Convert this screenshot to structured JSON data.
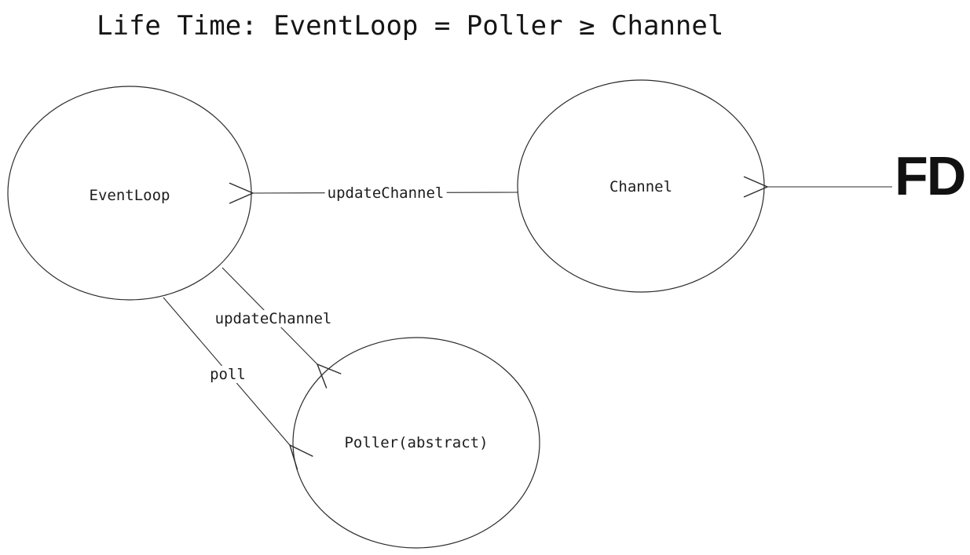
{
  "title": "Life Time: EventLoop = Poller ≥ Channel",
  "nodes": {
    "eventloop": {
      "label": "EventLoop"
    },
    "channel": {
      "label": "Channel"
    },
    "poller": {
      "label": "Poller(abstract)"
    }
  },
  "edges": {
    "channel_to_eventloop": {
      "label": "updateChannel",
      "from": "Channel",
      "to": "EventLoop"
    },
    "eventloop_to_poller_update": {
      "label": "updateChannel",
      "from": "EventLoop",
      "to": "Poller(abstract)"
    },
    "eventloop_to_poller_poll": {
      "label": "poll",
      "from": "EventLoop",
      "to": "Poller(abstract)"
    },
    "fd_to_channel": {
      "from": "FD",
      "to": "Channel"
    }
  },
  "external_input": {
    "label": "FD"
  },
  "colors": {
    "background": "#ffffff",
    "line": "#2b2b2b",
    "text": "#1d1d1d"
  }
}
